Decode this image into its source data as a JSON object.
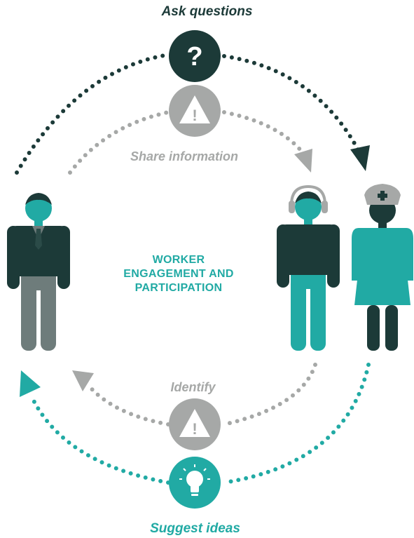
{
  "labels": {
    "ask": "Ask questions",
    "share": "Share information",
    "identify": "Identify",
    "suggest": "Suggest ideas"
  },
  "center_title": {
    "line1": "WORKER",
    "line2": "ENGAGEMENT AND",
    "line3": "PARTICIPATION"
  },
  "icons": {
    "top": "question-mark-icon",
    "upper_middle": "warning-triangle-icon",
    "lower_middle": "warning-triangle-icon",
    "bottom": "lightbulb-icon"
  },
  "glyphs": {
    "question": "?",
    "warning": "!"
  },
  "colors": {
    "dark": "#1c3a38",
    "teal": "#21aaa4",
    "gray": "#a6a8a7",
    "slate": "#6e7c7b"
  }
}
